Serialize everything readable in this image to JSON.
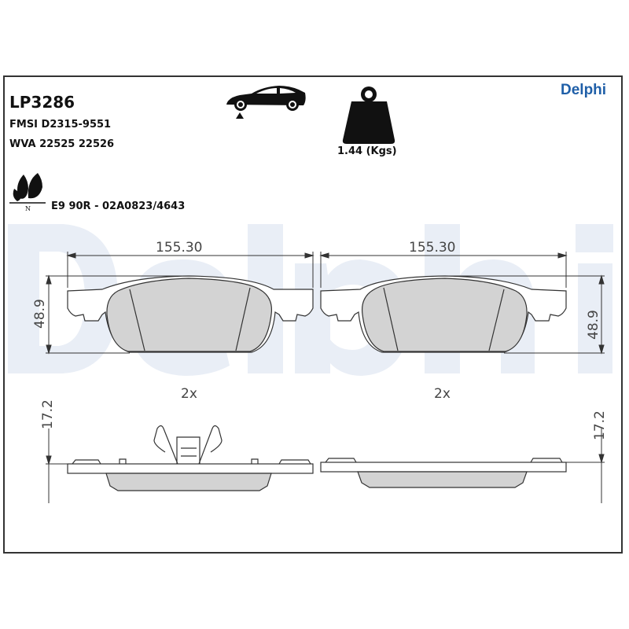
{
  "header": {
    "part_number": "LP3286",
    "fmsi": "FMSI D2315-9551",
    "wva": "WVA 22525 22526",
    "weight": "1.44 (Kgs)",
    "approval": "E9 90R - 02A0823/4643",
    "eco_label": "N",
    "brand": "Delphi"
  },
  "colors": {
    "brand": "#1f5fa8",
    "friction_material": "#d3d3d3",
    "watermark": "#e8edf5"
  },
  "icons": [
    "car-front-axle-icon",
    "weight-icon",
    "leaf-eco-icon"
  ],
  "drawing": {
    "width_label": "155.30",
    "height_label": "48.9",
    "thickness_label": "17.2",
    "quantity_label": "2x",
    "watermark": "Delphi"
  }
}
